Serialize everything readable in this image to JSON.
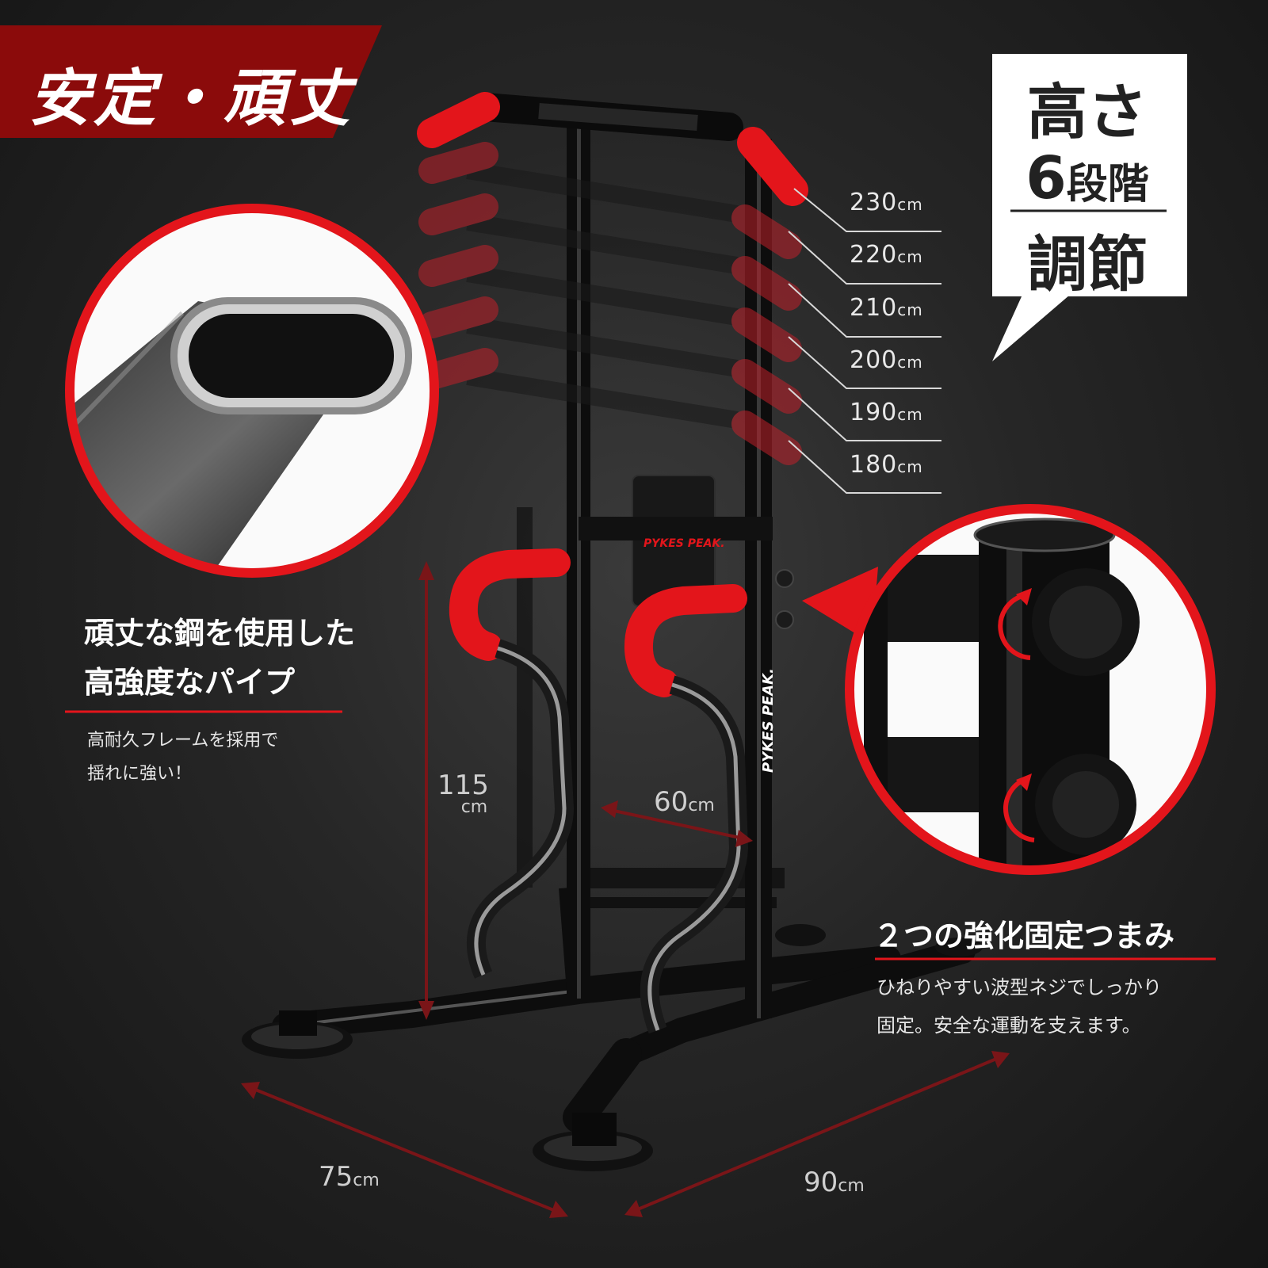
{
  "banner": {
    "title": "安定・頑丈",
    "color": "#8b0b0b"
  },
  "height_bubble": {
    "line1": "高さ",
    "number": "6",
    "word": "段階",
    "line3": "調節"
  },
  "height_levels": [
    {
      "value": "230",
      "unit": "cm"
    },
    {
      "value": "220",
      "unit": "cm"
    },
    {
      "value": "210",
      "unit": "cm"
    },
    {
      "value": "200",
      "unit": "cm"
    },
    {
      "value": "190",
      "unit": "cm"
    },
    {
      "value": "180",
      "unit": "cm"
    }
  ],
  "pipe_feature": {
    "title_line1": "頑丈な鋼を使用した",
    "title_line2": "高強度なパイプ",
    "desc_line1": "高耐久フレームを採用で",
    "desc_line2": "揺れに強い！"
  },
  "knob_feature": {
    "title": "２つの強化固定つまみ",
    "desc_line1": "ひねりやすい波型ネジでしっかり",
    "desc_line2": "固定。安全な運動を支えます。"
  },
  "dimensions": {
    "dip_height_value": "115",
    "dip_height_unit": "cm",
    "grip_width_value": "60",
    "grip_width_unit": "cm",
    "depth_value": "75",
    "depth_unit": "cm",
    "width_value": "90",
    "width_unit": "cm"
  },
  "brand": {
    "logo_text": "PYKES PEAK.",
    "logo_text_vertical": "PYKES PEAK."
  },
  "colors": {
    "accent": "#e3151b",
    "dark_red": "#8b0b0b",
    "frame": "#0d0d0d"
  }
}
